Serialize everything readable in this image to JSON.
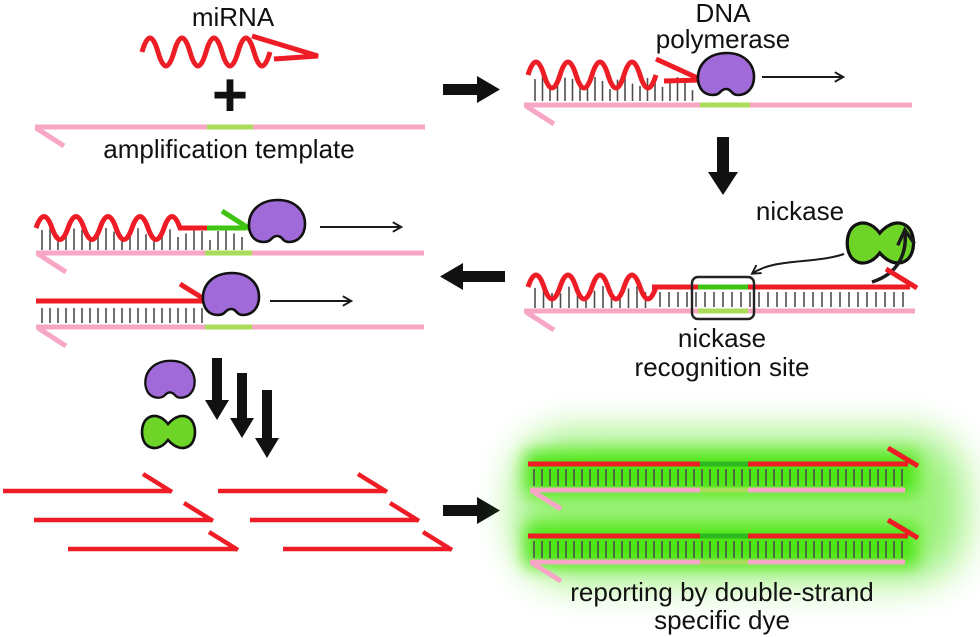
{
  "labels": {
    "mirna": "miRNA",
    "plus": "+",
    "amplification_template": "amplification template",
    "dna_polymerase_line1": "DNA",
    "dna_polymerase_line2": "polymerase",
    "nickase": "nickase",
    "nickase_site_line1": "nickase",
    "nickase_site_line2": "recognition site",
    "reporting_line1": "reporting by double-strand",
    "reporting_line2": "specific dye"
  },
  "colors": {
    "red": "#ee1c24",
    "pink": "#f7a6c6",
    "purple": "#a06ad8",
    "green_enzyme": "#6fd428",
    "green_bright": "#3fc414",
    "green_light": "#a8dc5a",
    "green_site_dark": "#2db81f",
    "glow": "#4ae60f",
    "tick": "#4d4d4d",
    "black": "#111111"
  }
}
